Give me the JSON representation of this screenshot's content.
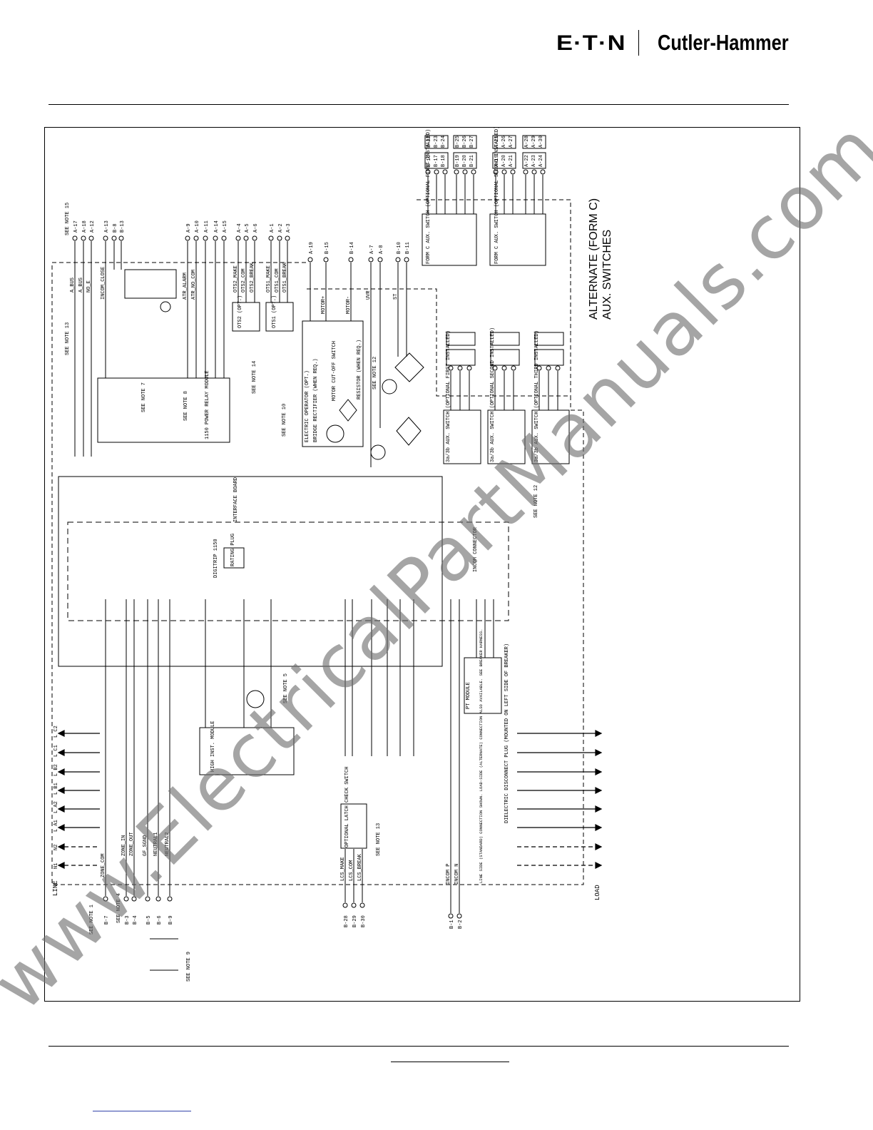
{
  "header": {
    "brand": "E·T·N",
    "brand_name": "Cutler-Hammer"
  },
  "diagram": {
    "title_lines": [
      "ALTERNATE (FORM C)",
      "AUX. SWITCHES"
    ],
    "notes": {
      "note15": "SEE NOTE 15",
      "note13": "SEE NOTE 13",
      "note7": "SEE NOTE 7",
      "note8": "SEE NOTE 8",
      "note14": "SEE NOTE 14",
      "note10": "SEE NOTE 10",
      "note12": "SEE NOTE 12",
      "note12b": "SEE NOTE 12",
      "note5": "SEE NOTE 5",
      "note1": "SEE NOTE 1",
      "note4": "SEE NOTE 4",
      "note9": "SEE NOTE 9",
      "note13b": "SEE NOTE 13"
    },
    "modules": {
      "power_relay": "1150 POWER RELAY MODULE",
      "interface": "INTERFACE BOARD",
      "digitrip": "DIGITRIP 1150",
      "rating_plug": "RATING PLUG",
      "incom": "INCOM CONNECTOR",
      "pt_module": "PT MODULE",
      "high_inst": "HIGH INST. MODULE",
      "electric_operator": "ELECTRIC OPERATOR (OPT.)",
      "bridge": "BRIDGE RECTIFIER (WHEN REQ.)",
      "motor_cutoff": "MOTOR CUT-OFF SWITCH",
      "resistor": "RESISTOR (WHEN REQ.)",
      "latch_check": "OPTIONAL LATCH CHECK SWITCH",
      "form_c1": "FORM C AUX. SWITCH (OPTIONAL FIRST INSTALLED)",
      "form_c2": "FORM C AUX. SWITCH (OPTIONAL SECOND INSTALLED)",
      "aux_1st": "3a/3b AUX. SWITCH (OPTIONAL FIRST INSTALLED)",
      "aux_2nd": "3a/3b AUX. SWITCH (OPTIONAL SECOND INSTALLED)",
      "aux_3rd": "3a/3b AUX. SWITCH (OPTIONAL THIRD INSTALLED)",
      "ots1": "OTS1 (OPT.)",
      "ots2": "OTS2 (OPT.)",
      "dielectric": "DIELECTRIC DISCONNECT PLUG (MOUNTED ON LEFT SIDE OF BREAKER)",
      "line_side": "LINE SIDE (STANDARD) CONNECTION SHOWN. LOAD-SIDE (ALTERNATE) CONNECTION ALSO AVAILABLE. SEE BREAKER HARNESS."
    },
    "top_terminals": [
      "A-17",
      "A-18",
      "A-12",
      "A-13",
      "B-8",
      "B-13",
      "A-9",
      "A-10",
      "A-11",
      "A-14",
      "A-15",
      "A-4",
      "A-5",
      "A-6",
      "A-1",
      "A-2",
      "A-3",
      "A-19",
      "B-15",
      "B-14",
      "A-7",
      "A-8",
      "B-10",
      "B-11"
    ],
    "form_c_terminals": [
      "B-16",
      "B-17",
      "B-18",
      "B-22",
      "B-23",
      "B-24",
      "B-19",
      "B-20",
      "B-21",
      "B-25",
      "B-26",
      "B-27",
      "A-19",
      "A-20",
      "A-21",
      "A-25",
      "A-26",
      "A-27",
      "A-22",
      "A-23",
      "A-24",
      "A-28",
      "A-29",
      "A-30"
    ],
    "bottom_terminals": [
      "B-7",
      "B-3",
      "B-4",
      "B-5",
      "B-6",
      "B-9",
      "B-28",
      "B-29",
      "B-30",
      "B-1",
      "B-2"
    ],
    "side_labels": {
      "line": "LINE",
      "load": "LOAD",
      "l_phases": [
        "L C2",
        "L C1",
        "L B2",
        "L B1",
        "L A2",
        "L A1",
        "N2",
        "N1"
      ]
    },
    "signals": [
      "A_BUS",
      "A_BUS",
      "NO_E",
      "INCOM_CLOSE",
      "ZONE_COM",
      "ZONE_IN",
      "ZONE_OUT",
      "GF_SGND",
      "NEUTRAL1",
      "NEUTRAL2",
      "INCOM P",
      "INCOM N",
      "LCS_MAKE",
      "LCS_COM",
      "LCS_BREAK",
      "ATR_ALARM",
      "ATR_NO_COM",
      "OTS2_MAKE",
      "OTS2_COM",
      "OTS2_BREAK",
      "OTS1_MAKE",
      "OTS1_COM",
      "OTS1_BREAK",
      "MOTOR+",
      "MOTOR-",
      "UVR",
      "ST"
    ]
  },
  "watermark": "www.ElectricalPartManuals.com"
}
